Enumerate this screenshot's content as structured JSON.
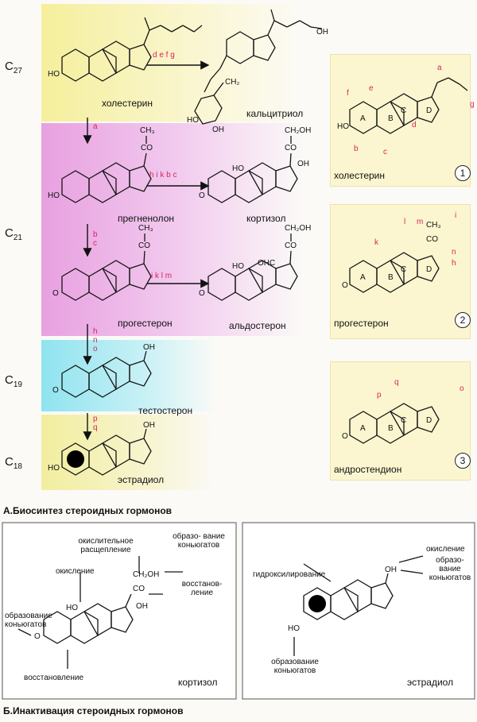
{
  "carbons": [
    "C",
    "C",
    "C",
    "C"
  ],
  "carbons_sub": [
    "27",
    "21",
    "19",
    "18"
  ],
  "compounds": {
    "cholesterol": "холестерин",
    "calcitriol": "кальцитриол",
    "pregnenolone": "прегненолон",
    "cortisol": "кортизол",
    "progesterone": "прогестерон",
    "aldosterone": "альдостерон",
    "testosterone": "тестостерон",
    "estradiol": "эстрадиол",
    "androstenedione": "андростендион"
  },
  "reaction_labels": {
    "chol_to_calc": "d e f g",
    "chol_to_preg": "a",
    "preg_to_cort": "h i k b c",
    "preg_to_prog": "b c",
    "prog_to_aldo": "i k l m",
    "prog_to_test": "h n o",
    "test_to_estr": "p q"
  },
  "panel_numbers": [
    "1",
    "2",
    "3"
  ],
  "section_a": "А.Биосинтез стероидных гормонов",
  "section_b": "Б.Инактивация стероидных гормонов",
  "inactivation_cortisol": {
    "oxidative_cleavage": "окислительное расщепление",
    "conjugates_a": "образо- вание коньюгатов",
    "oxidation": "окисление",
    "reduction_a": "восстанов- ление",
    "conjugates_b": "образование коньюгатов",
    "reduction_b": "восстановление",
    "name": "кортизол"
  },
  "inactivation_estradiol": {
    "oxidation": "окисление",
    "conjugates_a": "образо- вание коньюгатов",
    "hydroxylation": "гидроксилирование",
    "conjugates_b": "образование коньюгатов",
    "name": "эстрадиол"
  },
  "colors": {
    "band_yellow": "#f5ef9c",
    "band_magenta": "#e8a0e0",
    "band_cyan": "#8fe3ef",
    "band_yellow2": "#f1ee9e",
    "panel_bg": "#fbf6cf",
    "accent_red": "#d8245c"
  }
}
